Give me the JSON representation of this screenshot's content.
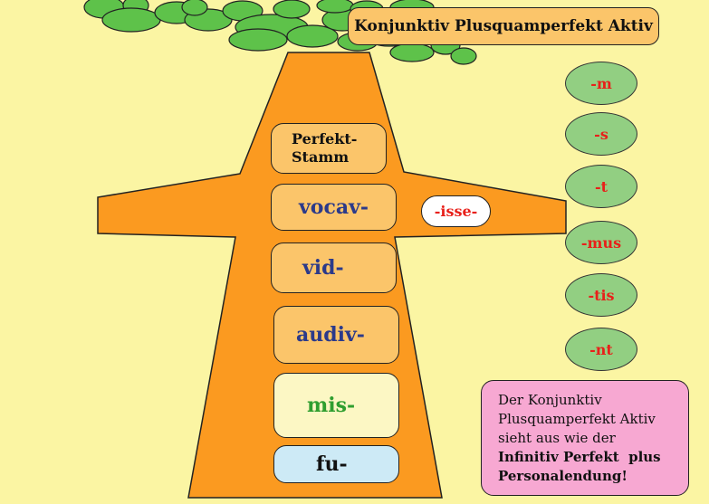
{
  "title": "Konjunktiv Plusquamperfekt Aktiv",
  "stem_header": {
    "line1": "Perfekt-",
    "line2": "Stamm"
  },
  "stems": [
    "vocav-",
    "vid-",
    "audiv-",
    "mis-",
    "fu-"
  ],
  "infix": "-isse-",
  "endings": [
    "-m",
    "-s",
    "-t",
    "-mus",
    "-tis",
    "-nt"
  ],
  "note": {
    "line1": "Der Konjunktiv",
    "line2": "Plusquamperfekt Aktiv",
    "line3": "sieht aus wie der",
    "line4": "Infinitiv Perfekt  plus",
    "line5": "Personalendung!"
  },
  "colors": {
    "background": "#fbf5a3",
    "trunk": "#fb9a20",
    "leaf": "#5ec24a",
    "stem_box": "#fbc56a",
    "stem_text": "#2b3a8a",
    "mis_box": "#fcf7c4",
    "mis_text": "#2f9e2f",
    "fu_box": "#cdeaf6",
    "ending_fill": "#92cf82",
    "ending_text": "#e8201a",
    "note_box": "#f7a8d2"
  }
}
